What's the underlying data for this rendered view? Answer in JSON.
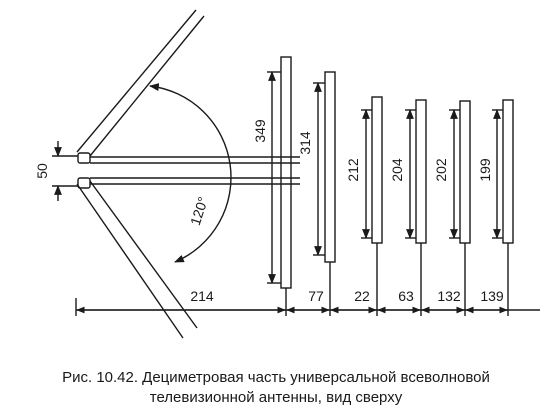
{
  "diagram": {
    "gap_label": "50",
    "angle_label": "120°",
    "element_lengths": [
      "349",
      "314",
      "212",
      "204",
      "202",
      "199"
    ],
    "spacings": [
      "214",
      "77",
      "22",
      "63",
      "132",
      "139"
    ]
  },
  "caption": {
    "line1": "Рис. 10.42. Дециметровая часть универсальной всеволновой",
    "line2": "телевизионной антенны, вид сверху"
  }
}
